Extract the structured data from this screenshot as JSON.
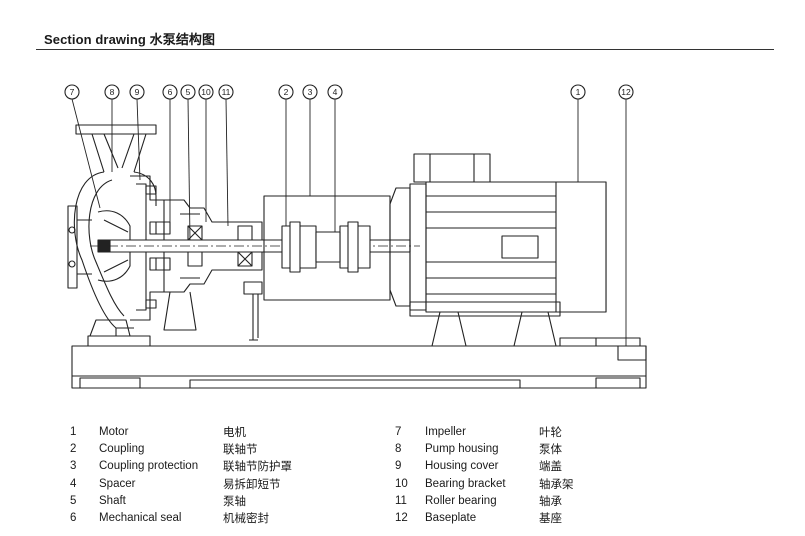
{
  "title": "Section drawing 水泵结构图",
  "callouts": [
    "7",
    "8",
    "9",
    "6",
    "5",
    "10",
    "11",
    "2",
    "3",
    "4",
    "1",
    "12"
  ],
  "legend": {
    "left": [
      {
        "num": "1",
        "en": "Motor",
        "zh": "电机"
      },
      {
        "num": "2",
        "en": "Coupling",
        "zh": "联轴节"
      },
      {
        "num": "3",
        "en": "Coupling protection",
        "zh": "联轴节防护罩"
      },
      {
        "num": "4",
        "en": "Spacer",
        "zh": "易拆卸短节"
      },
      {
        "num": "5",
        "en": "Shaft",
        "zh": "泵轴"
      },
      {
        "num": "6",
        "en": "Mechanical seal",
        "zh": "机械密封"
      }
    ],
    "right": [
      {
        "num": "7",
        "en": "Impeller",
        "zh": "叶轮"
      },
      {
        "num": "8",
        "en": "Pump housing",
        "zh": "泵体"
      },
      {
        "num": "9",
        "en": "Housing cover",
        "zh": "端盖"
      },
      {
        "num": "10",
        "en": "Bearing bracket",
        "zh": "轴承架"
      },
      {
        "num": "11",
        "en": "Roller bearing",
        "zh": "轴承"
      },
      {
        "num": "12",
        "en": "Baseplate",
        "zh": "基座"
      }
    ]
  }
}
